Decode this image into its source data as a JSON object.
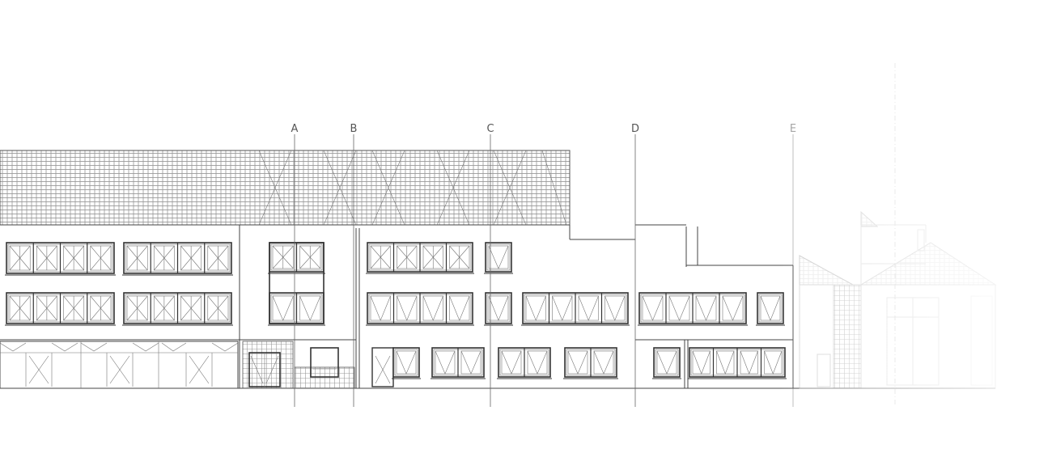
{
  "drawing": {
    "type": "architectural-elevation",
    "grid_axes": [
      "A",
      "B",
      "C",
      "D",
      "E"
    ],
    "colors": {
      "line": "#444444",
      "roof_hatch": "#777777",
      "background": "#ffffff"
    }
  }
}
